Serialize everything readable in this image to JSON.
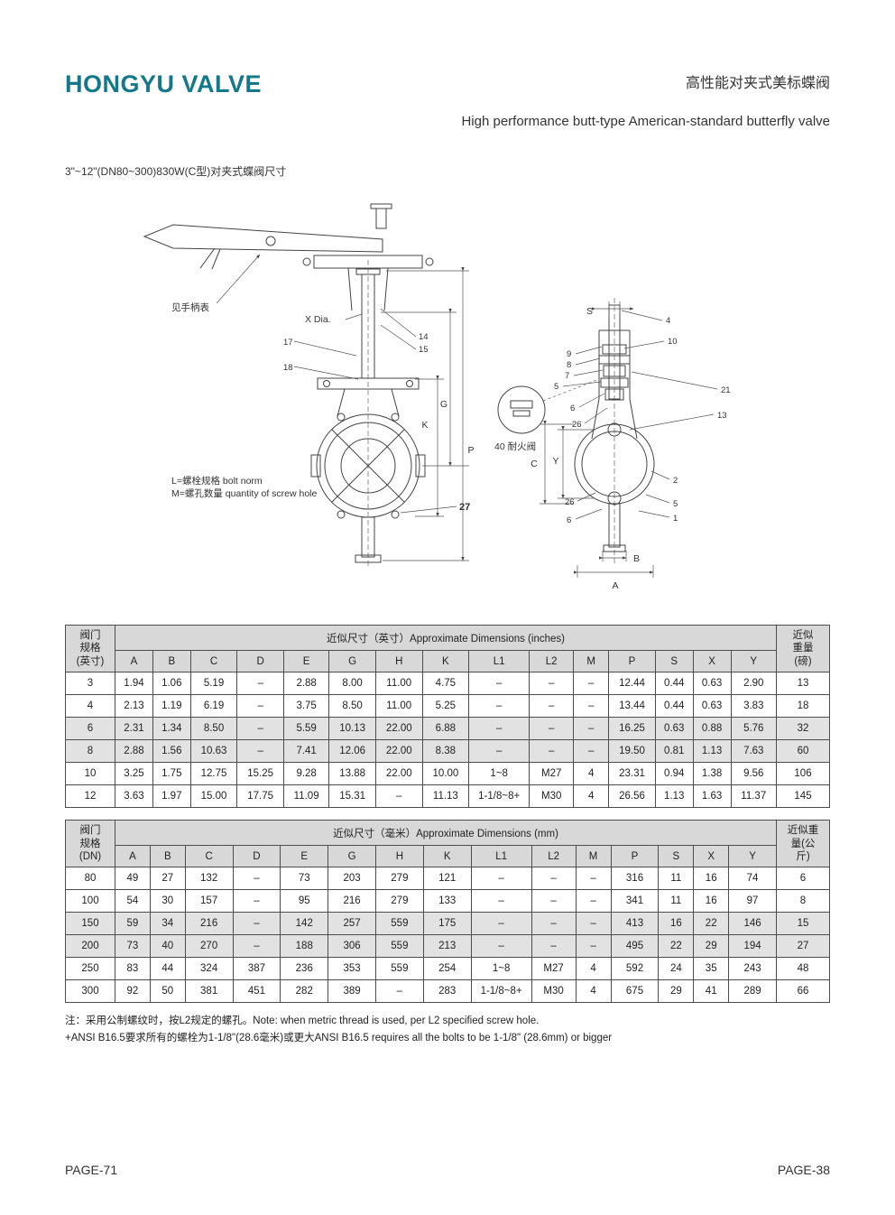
{
  "colors": {
    "brand_teal": "#14788a"
  },
  "page": {
    "brand": "HONGYU VALVE",
    "title_zh": "高性能对夹式美标蝶阀",
    "title_en": "High performance butt-type American-standard butterfly valve",
    "subtitle": "3\"~12\"(DN80~300)830W(C型)对夹式蝶阀尺寸",
    "footer_left": "PAGE-71",
    "footer_right": "PAGE-38"
  },
  "figures": {
    "left": {
      "see_handle": "见手柄表",
      "x_dia": "X Dia.",
      "c14": "14",
      "c15": "15",
      "c17": "17",
      "c18": "18",
      "c27": "27",
      "dim_g": "G",
      "dim_k": "K",
      "dim_p": "P",
      "legend1": "L=螺栓规格 bolt norm",
      "legend2": "M=螺孔数量 quantity of screw hole"
    },
    "right": {
      "dim_s": "S",
      "dim_c": "C",
      "dim_y": "Y",
      "dim_a": "A",
      "dim_b": "B",
      "c4": "4",
      "c10": "10",
      "c9": "9",
      "c8": "8",
      "c7": "7",
      "c5_top": "5",
      "c6_top": "6",
      "c26_top": "26",
      "c21": "21",
      "c13": "13",
      "c2": "2",
      "c5_bottom": "5",
      "c1": "1",
      "c26_bottom": "26",
      "c6_bottom": "6",
      "fire_label": "40 耐火阀"
    }
  },
  "tables": [
    {
      "spec_header": "阀门\n规格\n(英寸)",
      "dims_header": "近似尺寸（英寸）Approximate Dimensions (inches)",
      "weight_header": "近似\n重量\n(磅)",
      "columns": [
        "A",
        "B",
        "C",
        "D",
        "E",
        "G",
        "H",
        "K",
        "L1",
        "L2",
        "M",
        "P",
        "S",
        "X",
        "Y"
      ],
      "rows": [
        {
          "spec": "3",
          "values": [
            "1.94",
            "1.06",
            "5.19",
            "–",
            "2.88",
            "8.00",
            "11.00",
            "4.75",
            "–",
            "–",
            "–",
            "12.44",
            "0.44",
            "0.63",
            "2.90"
          ],
          "weight": "13",
          "shaded": false
        },
        {
          "spec": "4",
          "values": [
            "2.13",
            "1.19",
            "6.19",
            "–",
            "3.75",
            "8.50",
            "11.00",
            "5.25",
            "–",
            "–",
            "–",
            "13.44",
            "0.44",
            "0.63",
            "3.83"
          ],
          "weight": "18",
          "shaded": false
        },
        {
          "spec": "6",
          "values": [
            "2.31",
            "1.34",
            "8.50",
            "–",
            "5.59",
            "10.13",
            "22.00",
            "6.88",
            "–",
            "–",
            "–",
            "16.25",
            "0.63",
            "0.88",
            "5.76"
          ],
          "weight": "32",
          "shaded": true
        },
        {
          "spec": "8",
          "values": [
            "2.88",
            "1.56",
            "10.63",
            "–",
            "7.41",
            "12.06",
            "22.00",
            "8.38",
            "–",
            "–",
            "–",
            "19.50",
            "0.81",
            "1.13",
            "7.63"
          ],
          "weight": "60",
          "shaded": true
        },
        {
          "spec": "10",
          "values": [
            "3.25",
            "1.75",
            "12.75",
            "15.25",
            "9.28",
            "13.88",
            "22.00",
            "10.00",
            "1~8",
            "M27",
            "4",
            "23.31",
            "0.94",
            "1.38",
            "9.56"
          ],
          "weight": "106",
          "shaded": false
        },
        {
          "spec": "12",
          "values": [
            "3.63",
            "1.97",
            "15.00",
            "17.75",
            "11.09",
            "15.31",
            "–",
            "11.13",
            "1-1/8~8+",
            "M30",
            "4",
            "26.56",
            "1.13",
            "1.63",
            "11.37"
          ],
          "weight": "145",
          "shaded": false
        }
      ]
    },
    {
      "spec_header": "阀门\n规格\n(DN)",
      "dims_header": "近似尺寸（毫米）Approximate Dimensions (mm)",
      "weight_header": "近似重\n量(公\n斤)",
      "columns": [
        "A",
        "B",
        "C",
        "D",
        "E",
        "G",
        "H",
        "K",
        "L1",
        "L2",
        "M",
        "P",
        "S",
        "X",
        "Y"
      ],
      "rows": [
        {
          "spec": "80",
          "values": [
            "49",
            "27",
            "132",
            "–",
            "73",
            "203",
            "279",
            "121",
            "–",
            "–",
            "–",
            "316",
            "11",
            "16",
            "74"
          ],
          "weight": "6",
          "shaded": false
        },
        {
          "spec": "100",
          "values": [
            "54",
            "30",
            "157",
            "–",
            "95",
            "216",
            "279",
            "133",
            "–",
            "–",
            "–",
            "341",
            "11",
            "16",
            "97"
          ],
          "weight": "8",
          "shaded": false
        },
        {
          "spec": "150",
          "values": [
            "59",
            "34",
            "216",
            "–",
            "142",
            "257",
            "559",
            "175",
            "–",
            "–",
            "–",
            "413",
            "16",
            "22",
            "146"
          ],
          "weight": "15",
          "shaded": true
        },
        {
          "spec": "200",
          "values": [
            "73",
            "40",
            "270",
            "–",
            "188",
            "306",
            "559",
            "213",
            "–",
            "–",
            "–",
            "495",
            "22",
            "29",
            "194"
          ],
          "weight": "27",
          "shaded": true
        },
        {
          "spec": "250",
          "values": [
            "83",
            "44",
            "324",
            "387",
            "236",
            "353",
            "559",
            "254",
            "1~8",
            "M27",
            "4",
            "592",
            "24",
            "35",
            "243"
          ],
          "weight": "48",
          "shaded": false
        },
        {
          "spec": "300",
          "values": [
            "92",
            "50",
            "381",
            "451",
            "282",
            "389",
            "–",
            "283",
            "1-1/8~8+",
            "M30",
            "4",
            "675",
            "29",
            "41",
            "289"
          ],
          "weight": "66",
          "shaded": false
        }
      ]
    }
  ],
  "notes": [
    "注：采用公制螺纹时，按L2规定的螺孔。Note: when metric thread is used, per L2 specified screw hole.",
    "+ANSI B16.5要求所有的螺栓为1-1/8\"(28.6毫米)或更大ANSI B16.5 requires all the bolts to be 1-1/8\" (28.6mm) or bigger"
  ]
}
